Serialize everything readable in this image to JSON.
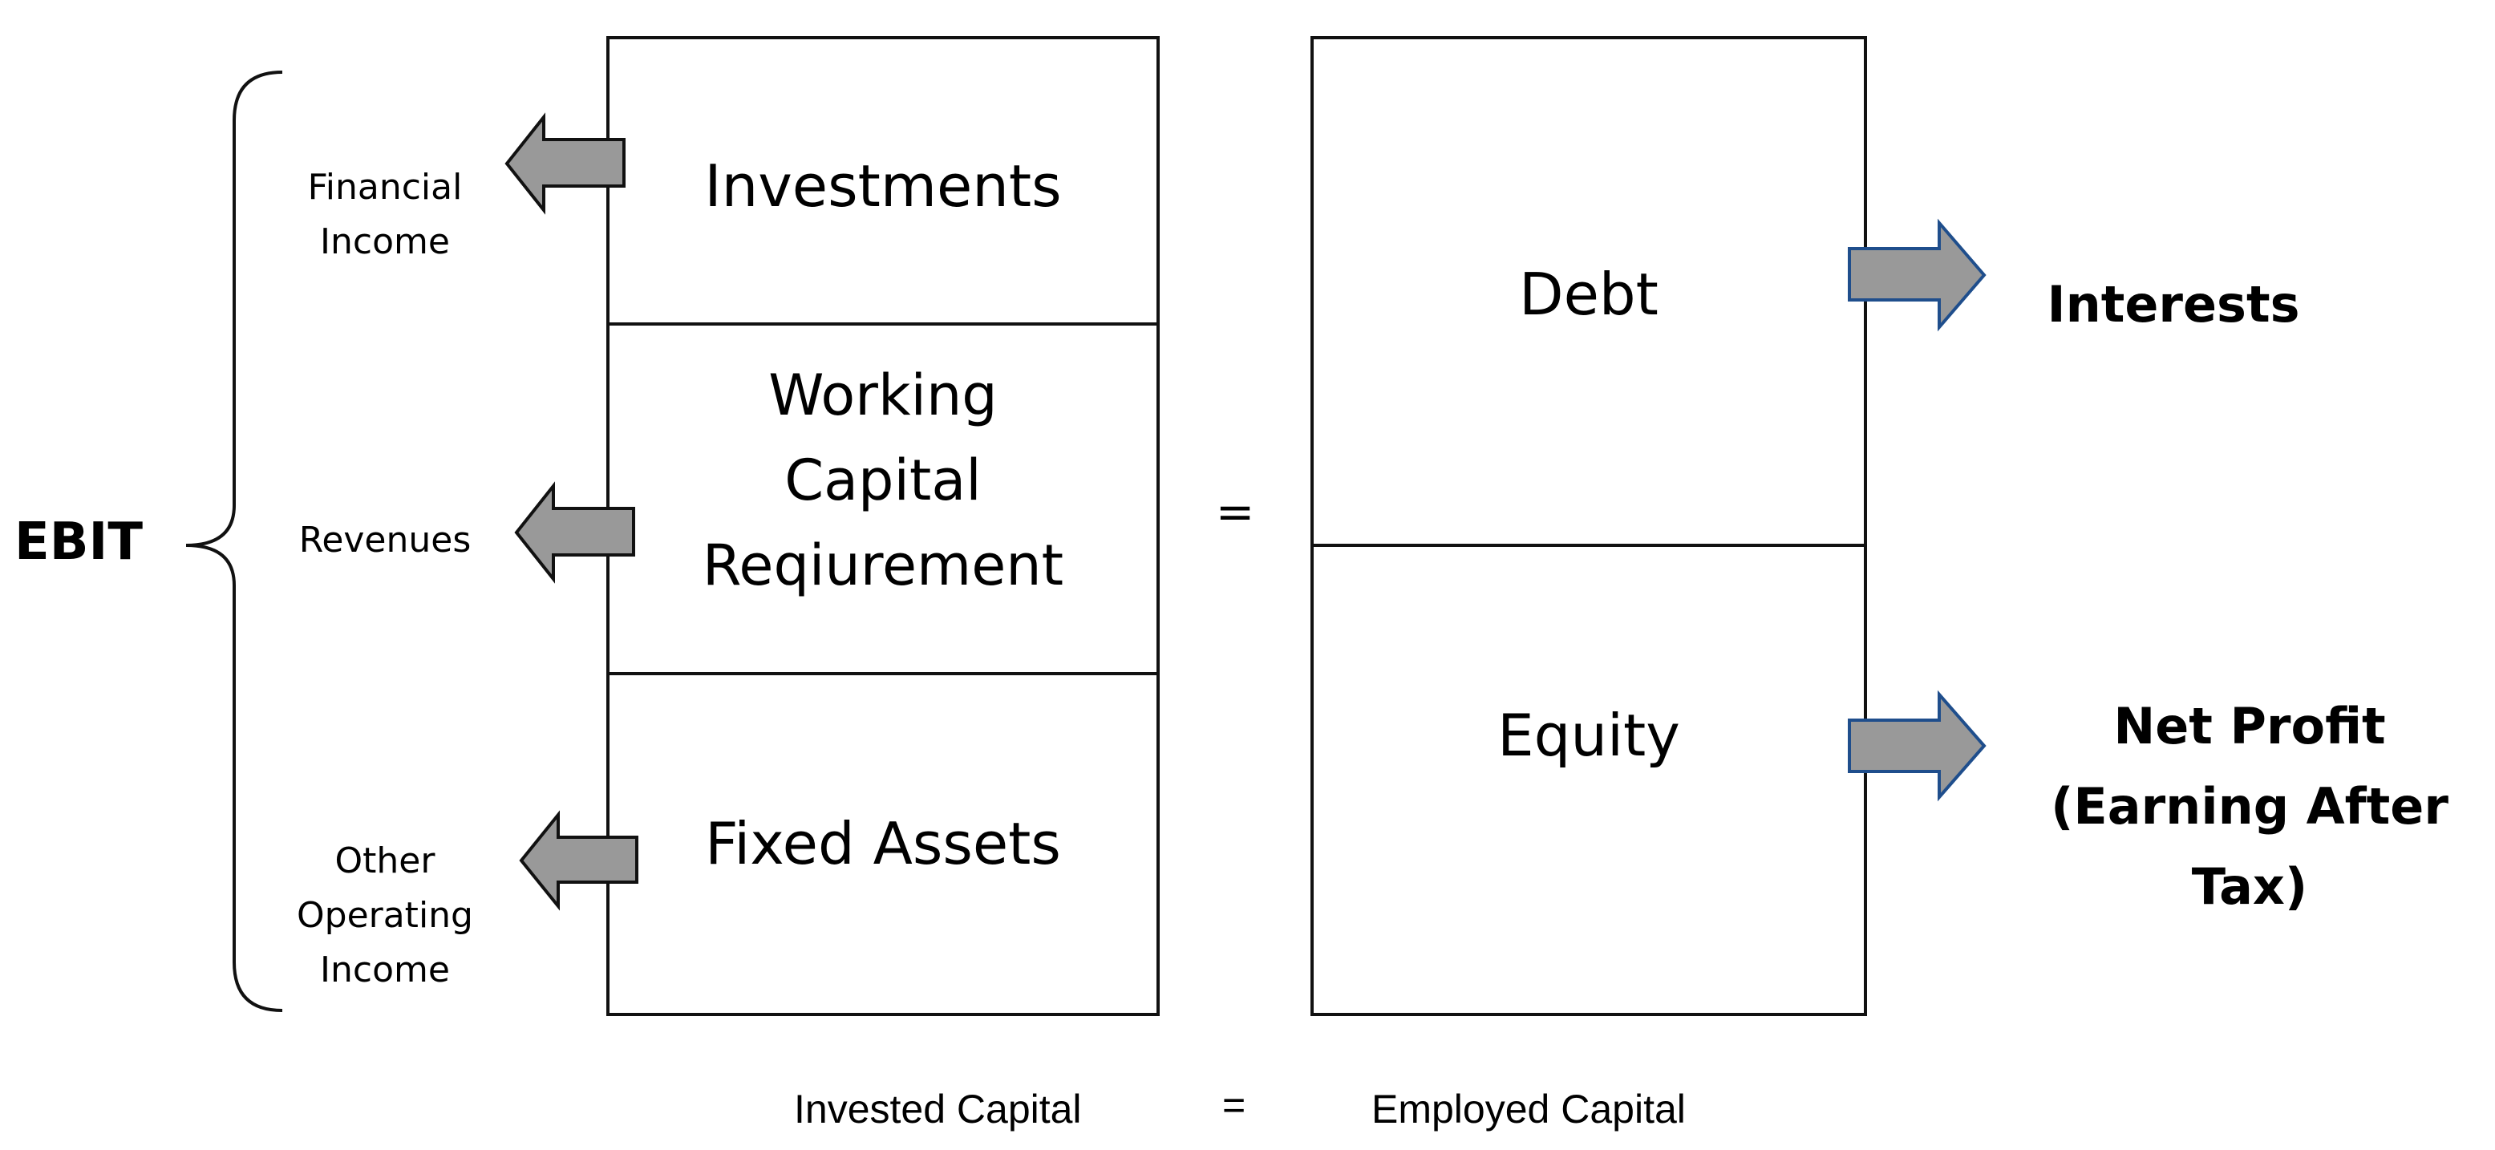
{
  "left": {
    "ebit": "EBIT",
    "income_labels": {
      "financial_income": "Financial\nIncome",
      "revenues": "Revenues",
      "other_operating_income": "Other\nOperating\nIncome"
    }
  },
  "invested_capital_box": {
    "investments": "Investments",
    "working_capital": "Working\nCapital\nReqiurement",
    "fixed_assets": "Fixed Assets"
  },
  "equals_sign": "=",
  "employed_capital_box": {
    "debt": "Debt",
    "equity": "Equity"
  },
  "right": {
    "interests": "Interests",
    "net_profit": "Net Profit\n(Earning After Tax)"
  },
  "footer": {
    "invested_capital": "Invested Capital",
    "equals": "=",
    "employed_capital": "Employed Capital"
  },
  "colors": {
    "arrow_fill": "#999999",
    "left_arrow_stroke": "#111111",
    "right_arrow_stroke": "#1f4e8c",
    "box_stroke": "#111111"
  }
}
